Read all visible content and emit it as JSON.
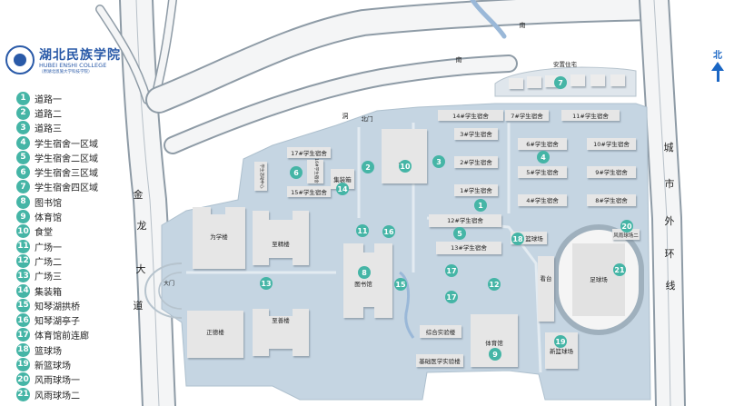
{
  "logo": {
    "name_cn": "湖北民族学院",
    "name_en": "HUBEI ENSHI COLLEGE",
    "subtitle": "（原湖北恩施大学科技学院）"
  },
  "compass": {
    "label": "北"
  },
  "roads": {
    "jinlong": [
      "金",
      "龙",
      "大",
      "道"
    ],
    "chengshi": [
      "城",
      "市",
      "外",
      "环",
      "线"
    ],
    "nan_top": "南",
    "nan_mid": "南",
    "dong": "洞",
    "beimen": "北门",
    "damen": "大门"
  },
  "legend": [
    {
      "num": "1",
      "text": "道路一"
    },
    {
      "num": "2",
      "text": "道路二"
    },
    {
      "num": "3",
      "text": "道路三"
    },
    {
      "num": "4",
      "text": "学生宿舍一区域"
    },
    {
      "num": "5",
      "text": "学生宿舍二区域"
    },
    {
      "num": "6",
      "text": "学生宿舍三区域"
    },
    {
      "num": "7",
      "text": "学生宿舍四区域"
    },
    {
      "num": "8",
      "text": "图书馆"
    },
    {
      "num": "9",
      "text": "体育馆"
    },
    {
      "num": "10",
      "text": "食堂"
    },
    {
      "num": "11",
      "text": "广场一"
    },
    {
      "num": "12",
      "text": "广场二"
    },
    {
      "num": "13",
      "text": "广场三"
    },
    {
      "num": "14",
      "text": "集装箱"
    },
    {
      "num": "15",
      "text": "知琴湖拱桥"
    },
    {
      "num": "16",
      "text": "知琴湖亭子"
    },
    {
      "num": "17",
      "text": "体育馆前连廊"
    },
    {
      "num": "18",
      "text": "篮球场"
    },
    {
      "num": "19",
      "text": "新篮球场"
    },
    {
      "num": "20",
      "text": "风雨球场一"
    },
    {
      "num": "21",
      "text": "风雨球场二"
    }
  ],
  "buildings": {
    "anzhi": "安置住宅",
    "d14": "14#学生宿舍",
    "d7": "7#学生宿舍",
    "d11": "11#学生宿舍",
    "d3": "3#学生宿舍",
    "d2": "2#学生宿舍",
    "d1": "1#学生宿舍",
    "d6": "6#学生宿舍",
    "d5": "5#学生宿舍",
    "d4": "4#学生宿舍",
    "d10": "10#学生宿舍",
    "d9": "9#学生宿舍",
    "d8": "8#学生宿舍",
    "d17": "17#学生宿舍",
    "d16": "16#学生宿舍",
    "d15": "15#学生宿舍",
    "d12": "12#学生宿舍",
    "d13": "13#学生宿舍",
    "canteen": "食堂",
    "container": "集装箱",
    "weixue": "为学楼",
    "zhijing": "至精楼",
    "zhengde": "正德楼",
    "zhishan": "至善楼",
    "library": "图书馆",
    "zonghe": "综合实验楼",
    "jichu": "基础医学实验楼",
    "gym": "体育馆",
    "basketball": "篮球场",
    "stand": "看台",
    "football": "足球场",
    "new_basketball": "新篮球场",
    "fengyu": "风雨球场二",
    "small_bldg": "学生活动中心"
  },
  "markers": [
    {
      "num": "1"
    },
    {
      "num": "2"
    },
    {
      "num": "3"
    },
    {
      "num": "4"
    },
    {
      "num": "5"
    },
    {
      "num": "6"
    },
    {
      "num": "7"
    },
    {
      "num": "8"
    },
    {
      "num": "9"
    },
    {
      "num": "10"
    },
    {
      "num": "11"
    },
    {
      "num": "12"
    },
    {
      "num": "13"
    },
    {
      "num": "14"
    },
    {
      "num": "15"
    },
    {
      "num": "16"
    },
    {
      "num": "17"
    },
    {
      "num": "17"
    },
    {
      "num": "18"
    },
    {
      "num": "19"
    },
    {
      "num": "20"
    },
    {
      "num": "21"
    }
  ],
  "colors": {
    "campus": "#c5d5e2",
    "building": "#e6e6e6",
    "marker": "#45b5a6",
    "road": "#9aa7b3",
    "water": "#9ab8d8",
    "brand": "#2a5aa8",
    "compass": "#1a66c4"
  }
}
